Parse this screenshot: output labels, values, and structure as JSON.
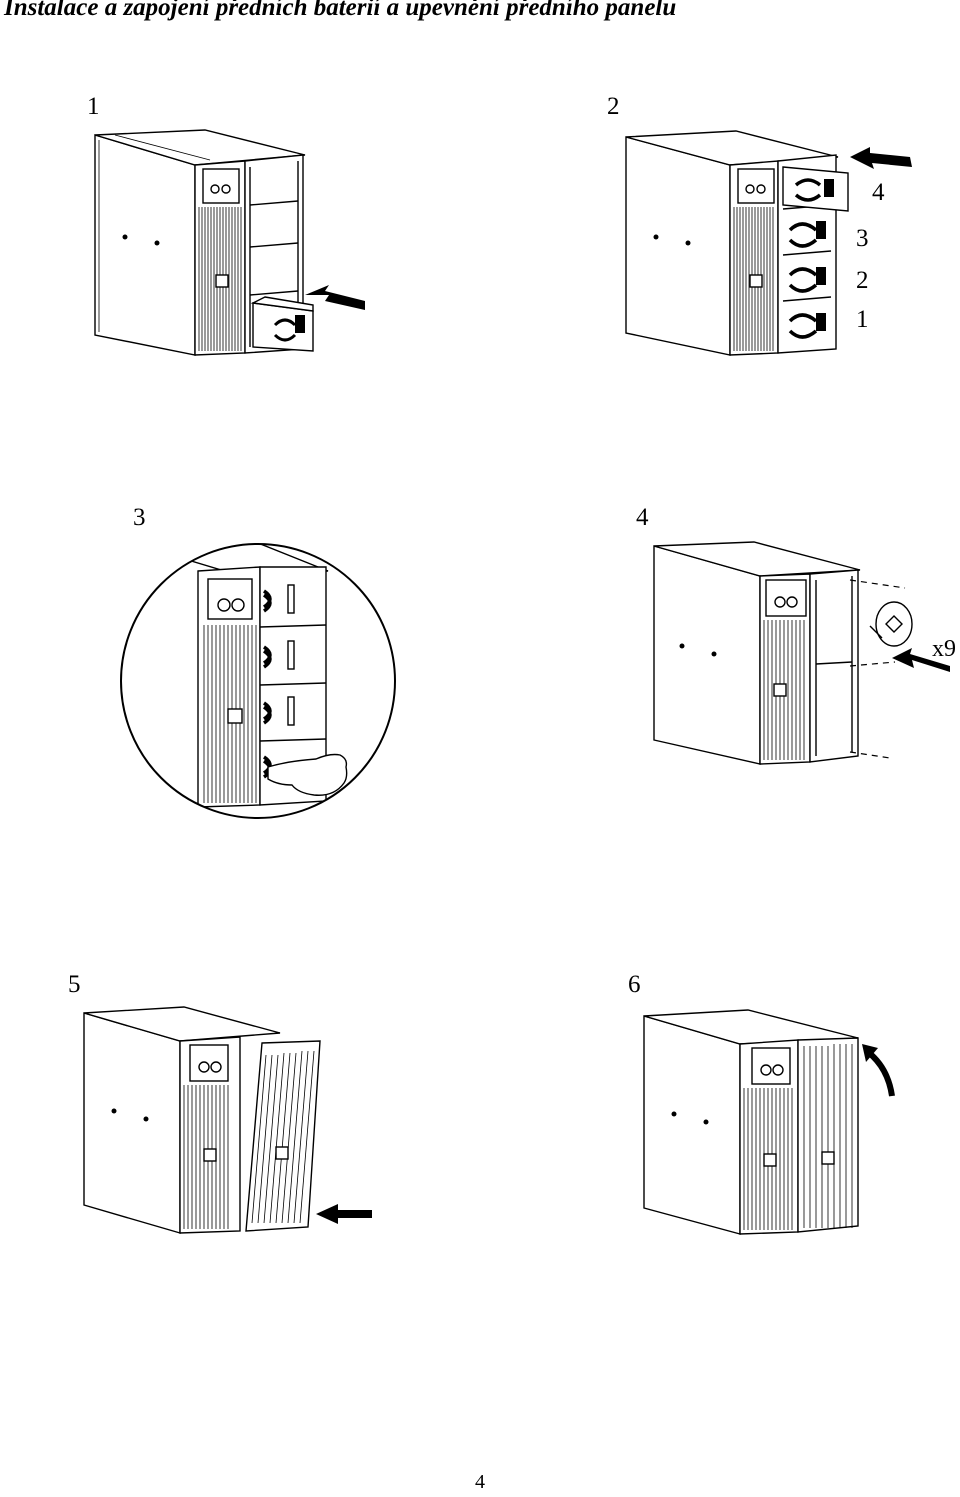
{
  "document": {
    "title": "Instalace a zapojení předních baterií a upevnění předního panelu",
    "page_number": "4"
  },
  "steps": {
    "s1": "1",
    "s2": "2",
    "s3": "3",
    "s4": "4",
    "s5": "5",
    "s6": "6"
  },
  "step2_positions": [
    "4",
    "3",
    "2",
    "1"
  ],
  "step4_screws": "x9"
}
